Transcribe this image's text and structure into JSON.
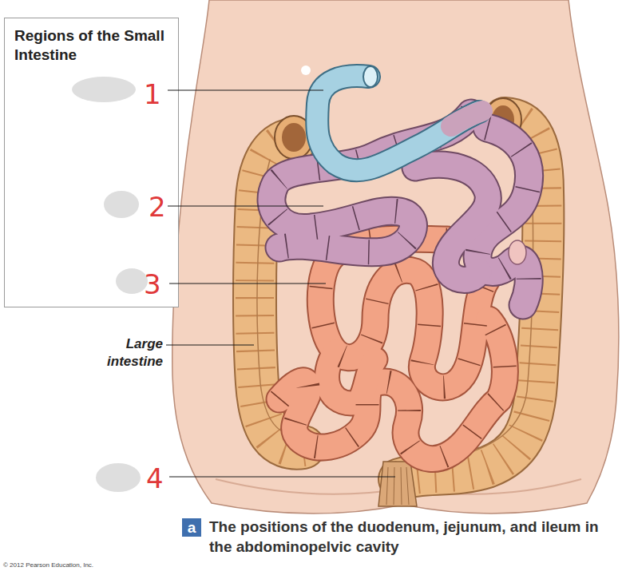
{
  "diagram": {
    "caption": "The positions of the duodenum, jejunum, and ileum in the abdominopelvic cavity",
    "nodes": [
      {
        "text": [
          "Regions of the Small Intestine"
        ]
      },
      {
        "text": [
          "a"
        ]
      }
    ],
    "labels": [
      "1",
      "2",
      "3",
      "Large intestine",
      "4",
      "© 2012 Pearson Education, Inc."
    ]
  }
}
